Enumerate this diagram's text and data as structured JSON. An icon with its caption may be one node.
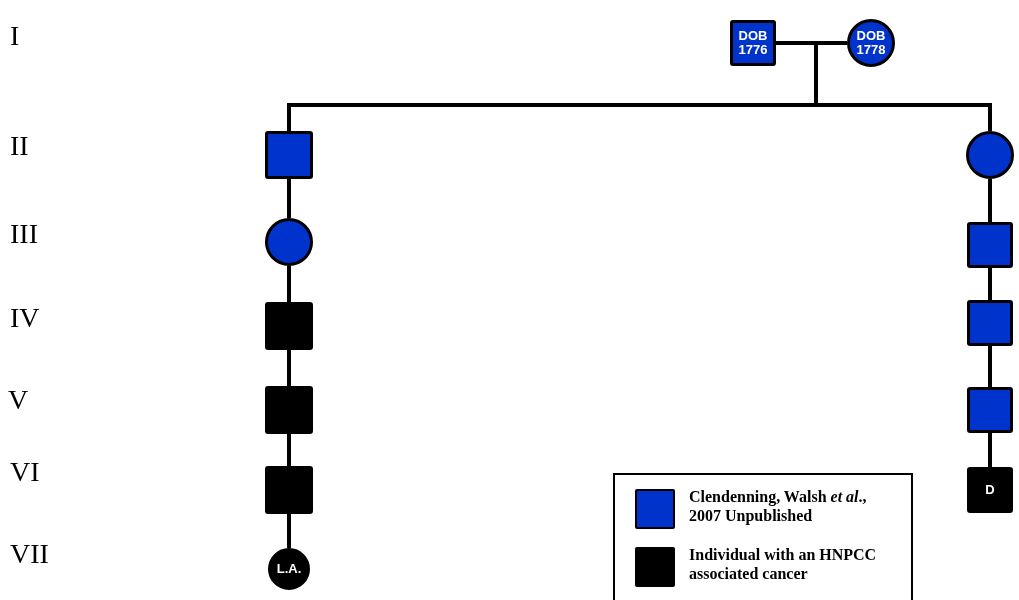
{
  "diagram": {
    "nodes": [
      {
        "text": [
          "DOB 1776"
        ]
      },
      {
        "text": [
          "DOB 1778"
        ]
      },
      {
        "text": [],
        "shape": "box"
      },
      {
        "text": [],
        "shape": "circle"
      },
      {
        "text": [],
        "shape": "box"
      },
      {
        "text": [],
        "shape": "box"
      },
      {
        "text": [],
        "shape": "box"
      },
      {
        "text": [
          "L.A."
        ]
      },
      {
        "text": [],
        "shape": "circle"
      },
      {
        "text": [],
        "shape": "box"
      },
      {
        "text": [],
        "shape": "box"
      },
      {
        "text": [],
        "shape": "box"
      },
      {
        "text": [
          "D"
        ]
      }
    ],
    "edges": [
      {
        "from": 0,
        "to": 1,
        "arrow": "none"
      },
      {
        "from": null,
        "to": 2,
        "arrow": "none"
      },
      {
        "from": null,
        "to": 8,
        "arrow": "none"
      },
      {
        "from": 2,
        "to": 3,
        "arrow": "none"
      },
      {
        "from": 3,
        "to": 4,
        "arrow": "none"
      },
      {
        "from": 4,
        "to": 5,
        "arrow": "none"
      },
      {
        "from": 5,
        "to": 6,
        "arrow": "none"
      },
      {
        "from": 6,
        "to": 7,
        "arrow": "none"
      },
      {
        "from": 8,
        "to": 9,
        "arrow": "none"
      },
      {
        "from": 9,
        "to": 10,
        "arrow": "none"
      },
      {
        "from": 10,
        "to": 11,
        "arrow": "none"
      },
      {
        "from": 11,
        "to": 12,
        "arrow": "none"
      }
    ],
    "labels": [
      "I",
      "II",
      "III",
      "IV",
      "V",
      "VI",
      "VII"
    ],
    "legend": [
      {
        "text": "Clendenning, Walsh *et al*., 2007 Unpublished",
        "color": "#0033cc"
      },
      {
        "text": "Individual with an HNPCC associated cancer",
        "color": "#000000"
      }
    ]
  }
}
